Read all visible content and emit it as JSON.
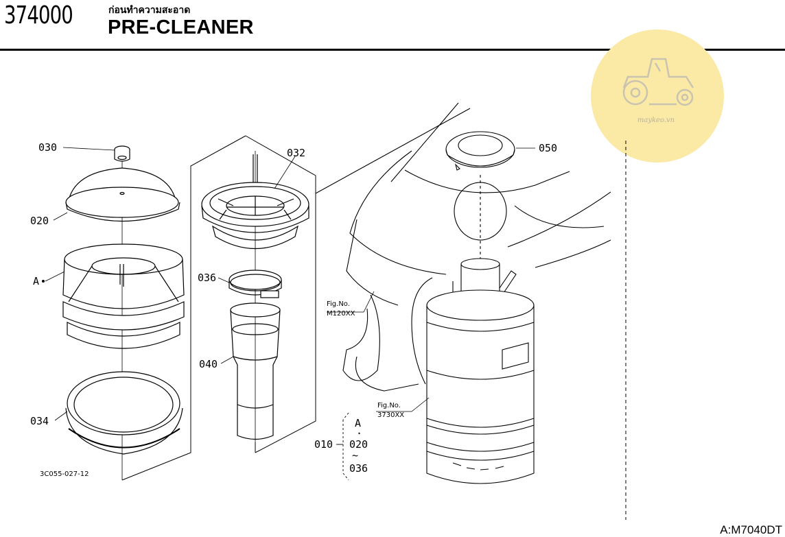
{
  "header": {
    "code": "374000",
    "title_thai": "ก่อนทำความสะอาด",
    "title": "PRE-CLEANER"
  },
  "watermark": {
    "text": "maykeo.vn",
    "icon": "tractor-icon",
    "color": "#fbe9a6"
  },
  "parts": {
    "p030": "030",
    "p020": "020",
    "pA": "A",
    "p034": "034",
    "p032": "032",
    "p036": "036",
    "p040": "040",
    "p050": "050"
  },
  "refs": {
    "fig1_label": "Fig.No.",
    "fig1_no": "M120XX",
    "fig2_label": "Fig.No.",
    "fig2_no": "3730XX"
  },
  "assembly": {
    "code": "010",
    "top": "A",
    "dot": "·",
    "from": "020",
    "tilde": "~",
    "to": "036"
  },
  "drawing_no": "3C055-027-12",
  "model": "A:M7040DT"
}
